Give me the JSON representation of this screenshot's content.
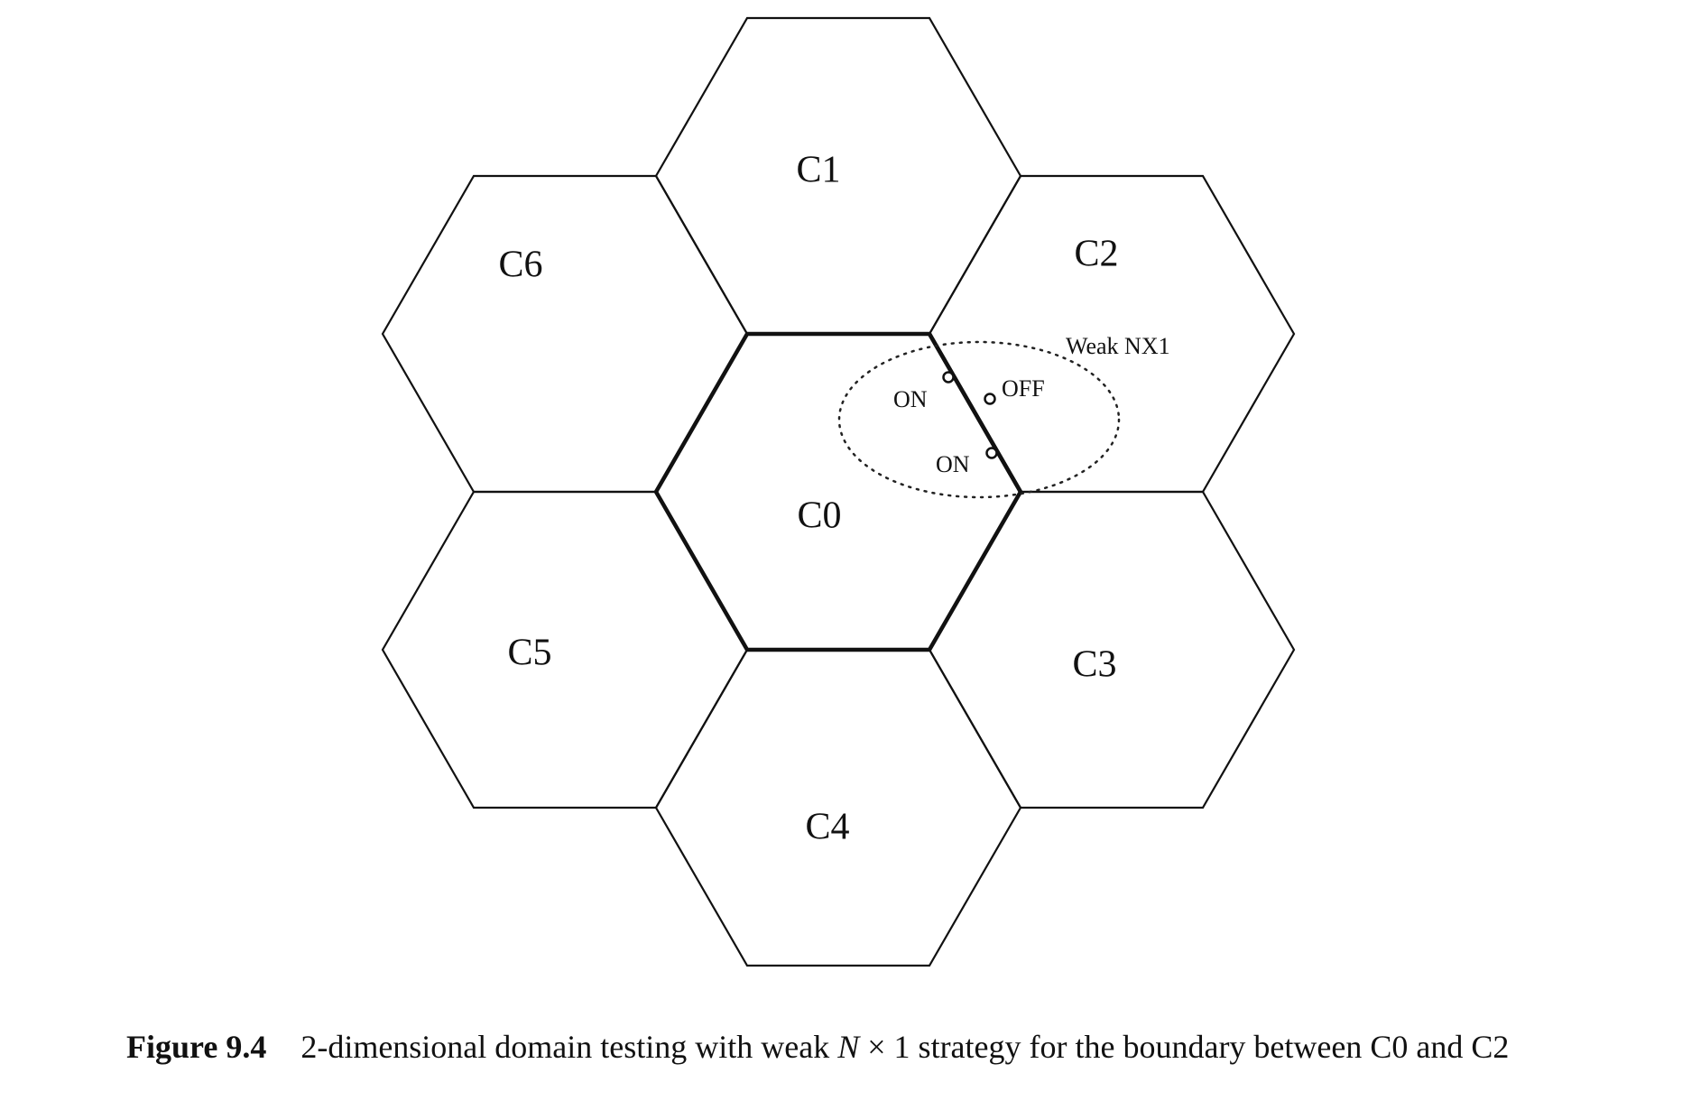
{
  "cells": [
    {
      "id": "C0",
      "label": "C0"
    },
    {
      "id": "C1",
      "label": "C1"
    },
    {
      "id": "C2",
      "label": "C2"
    },
    {
      "id": "C3",
      "label": "C3"
    },
    {
      "id": "C4",
      "label": "C4"
    },
    {
      "id": "C5",
      "label": "C5"
    },
    {
      "id": "C6",
      "label": "C6"
    }
  ],
  "annotations": {
    "region_label": "Weak NX1",
    "on_point_1": "ON",
    "on_point_2": "ON",
    "off_point": "OFF"
  },
  "caption": {
    "figure_number": "Figure 9.4",
    "text_before": "2-dimensional domain testing with weak ",
    "math_n": "N",
    "text_times": " × 1 strategy for the boundary between C0 and C2"
  }
}
